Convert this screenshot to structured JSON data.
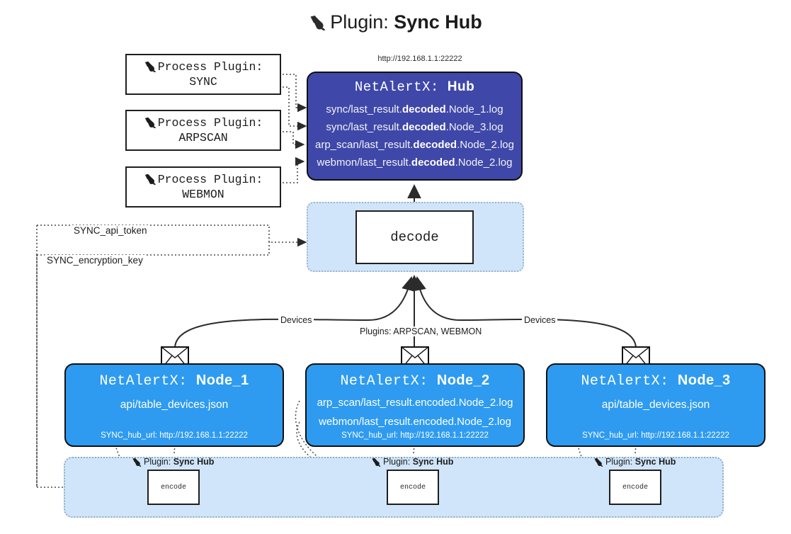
{
  "title": {
    "icon": "plug-icon",
    "prefix": "Plugin:",
    "name": "Sync Hub"
  },
  "hub": {
    "url_caption": "http://192.168.1.1:22222",
    "title_prefix": "NetAlertX:",
    "title_name": "Hub",
    "lines": [
      {
        "pre": "sync/last_result.",
        "mid": "decoded",
        "post": ".Node_1.log"
      },
      {
        "pre": "sync/last_result.",
        "mid": "decoded",
        "post": ".Node_3.log"
      },
      {
        "pre": "arp_scan/last_result.",
        "mid": "decoded",
        "post": ".Node_2.log"
      },
      {
        "pre": "webmon/last_result.",
        "mid": "decoded",
        "post": ".Node_2.log"
      }
    ]
  },
  "process_plugins": [
    {
      "icon": "plug-icon",
      "label": "Process Plugin:",
      "name": "SYNC"
    },
    {
      "icon": "plug-icon",
      "label": "Process Plugin:",
      "name": "ARPSCAN"
    },
    {
      "icon": "plug-icon",
      "label": "Process Plugin:",
      "name": "WEBMON"
    }
  ],
  "decode": {
    "label": "decode"
  },
  "edge_labels": {
    "api_token": "SYNC_api_token",
    "encryption_key": "SYNC_encryption_key",
    "devices_left": "Devices",
    "devices_right": "Devices",
    "plugins_mid": "Plugins: ARPSCAN, WEBMON"
  },
  "nodes": [
    {
      "title_prefix": "NetAlertX:",
      "title_name": "Node_1",
      "lines": [
        "api/table_devices.json"
      ],
      "url": "SYNC_hub_url: http://192.168.1.1:22222",
      "mail_icon": "envelope-icon"
    },
    {
      "title_prefix": "NetAlertX:",
      "title_name": "Node_2",
      "lines": [
        "arp_scan/last_result.encoded.Node_2.log",
        "webmon/last_result.encoded.Node_2.log"
      ],
      "url": "SYNC_hub_url: http://192.168.1.1:22222",
      "mail_icon": "envelope-icon"
    },
    {
      "title_prefix": "NetAlertX:",
      "title_name": "Node_3",
      "lines": [
        "api/table_devices.json"
      ],
      "url": "SYNC_hub_url: http://192.168.1.1:22222",
      "mail_icon": "envelope-icon"
    }
  ],
  "encode_group": [
    {
      "caption_icon": "plug-icon",
      "caption_prefix": "Plugin:",
      "caption_name": "Sync Hub",
      "label": "encode"
    },
    {
      "caption_icon": "plug-icon",
      "caption_prefix": "Plugin:",
      "caption_name": "Sync Hub",
      "label": "encode"
    },
    {
      "caption_icon": "plug-icon",
      "caption_prefix": "Plugin:",
      "caption_name": "Sync Hub",
      "label": "encode"
    }
  ],
  "colors": {
    "hub_fill": "#3f48a8",
    "node_fill": "#2e9bf0",
    "region_fill": "#d0e5f9",
    "stroke": "#111111",
    "background": "#ffffff"
  }
}
